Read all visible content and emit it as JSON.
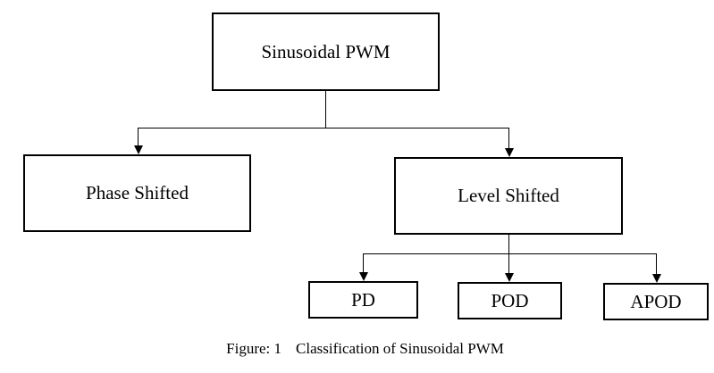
{
  "diagram": {
    "nodes": {
      "root": {
        "label": "Sinusoidal PWM"
      },
      "phase": {
        "label": "Phase Shifted"
      },
      "level": {
        "label": "Level Shifted"
      },
      "pd": {
        "label": "PD"
      },
      "pod": {
        "label": "POD"
      },
      "apod": {
        "label": "APOD"
      }
    },
    "edges": [
      {
        "from": "Sinusoidal PWM",
        "to": "Phase Shifted"
      },
      {
        "from": "Sinusoidal PWM",
        "to": "Level Shifted"
      },
      {
        "from": "Level Shifted",
        "to": "PD"
      },
      {
        "from": "Level Shifted",
        "to": "POD"
      },
      {
        "from": "Level Shifted",
        "to": "APOD"
      }
    ],
    "colors": {
      "background": "#ffffff",
      "box_border": "#000000",
      "line": "#000000",
      "text": "#000000"
    }
  },
  "caption": {
    "figure_label": "Figure: 1",
    "figure_title": "Classification of Sinusoidal PWM"
  }
}
